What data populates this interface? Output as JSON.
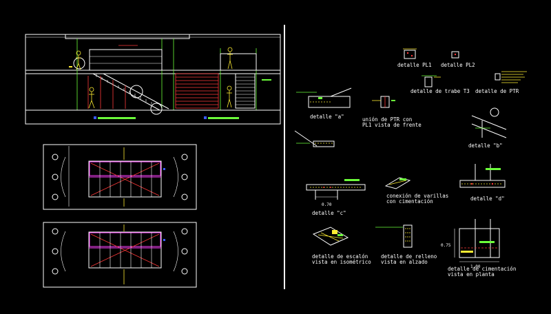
{
  "colors": {
    "background": "#000000",
    "line": "#ffffff",
    "accent_red": "#ff3a3a",
    "accent_green": "#6cff3a",
    "accent_yellow": "#ffee33",
    "accent_magenta": "#ff40ff",
    "accent_cyan": "#3affff",
    "accent_blue": "#3a5cff"
  },
  "labels": {
    "pl1": "detalle PL1",
    "pl2": "detalle PL2",
    "trabe_t3": "detalle de trabe T3",
    "ptr": "detalle de PTR",
    "detalle_a": "detalle \"a\"",
    "union_l1": "unión de PTR con",
    "union_l2": "PL1 vista de frente",
    "detalle_b": "detalle \"b\"",
    "conexion_l1": "conexión de varillas",
    "conexion_l2": "con cimentación",
    "detalle_d": "detalle \"d\"",
    "detalle_c": "detalle \"c\"",
    "escalon_l1": "detalle de escalón",
    "escalon_l2": "vista en isométrico",
    "relleno_l1": "detalle de relleno",
    "relleno_l2": "vista en alzado",
    "cimentacion_l1": "detalle de cimentación",
    "cimentacion_l2": "vista en planta"
  },
  "dimensions": {
    "c_width": "0.70",
    "cim_height": "0.75",
    "cim_width": "1.00"
  }
}
